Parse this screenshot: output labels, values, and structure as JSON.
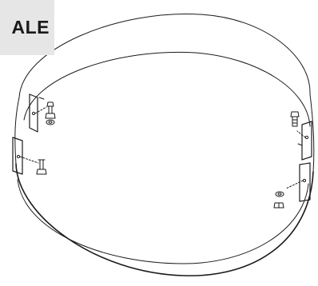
{
  "badge": {
    "text": "ALE"
  },
  "colors": {
    "line": "#1a1a1a",
    "badge_bg": "#e6e6e6",
    "background": "#ffffff"
  },
  "parts": {
    "ring": "circular-band",
    "brackets": [
      "bracket-left-upper",
      "bracket-left-lower",
      "bracket-right-upper",
      "bracket-right-lower"
    ],
    "fasteners": [
      "bolt",
      "nut",
      "washer"
    ]
  }
}
